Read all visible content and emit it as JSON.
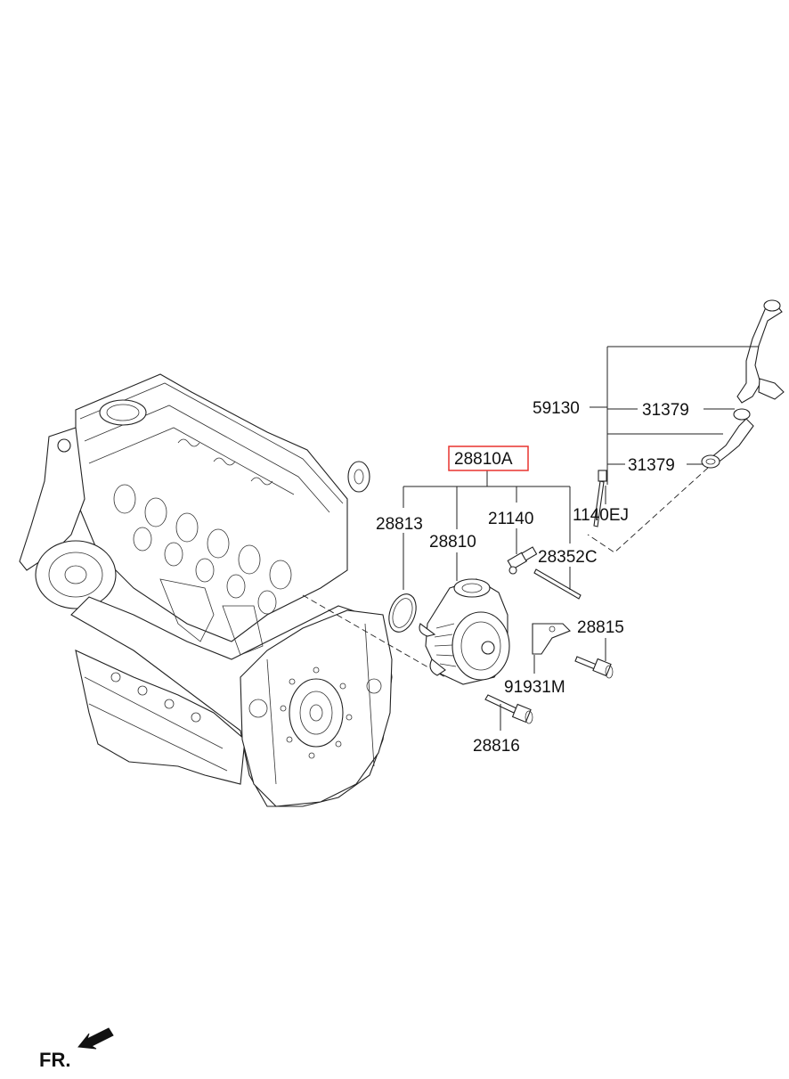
{
  "diagram": {
    "highlight_color": "#e8332f",
    "line_color": "#222222",
    "labels": {
      "vacuum_pump_assy": "28810A",
      "o_ring": "28813",
      "vacuum_pump": "28810",
      "fitting": "21140",
      "bolt_top": "1140EJ",
      "stud": "28352C",
      "hose_assy": "59130",
      "clip_upper": "31379",
      "clip_lower": "31379",
      "bolt_right": "28815",
      "bracket": "91931M",
      "bolt_bottom": "28816"
    },
    "front_indicator": "FR."
  }
}
